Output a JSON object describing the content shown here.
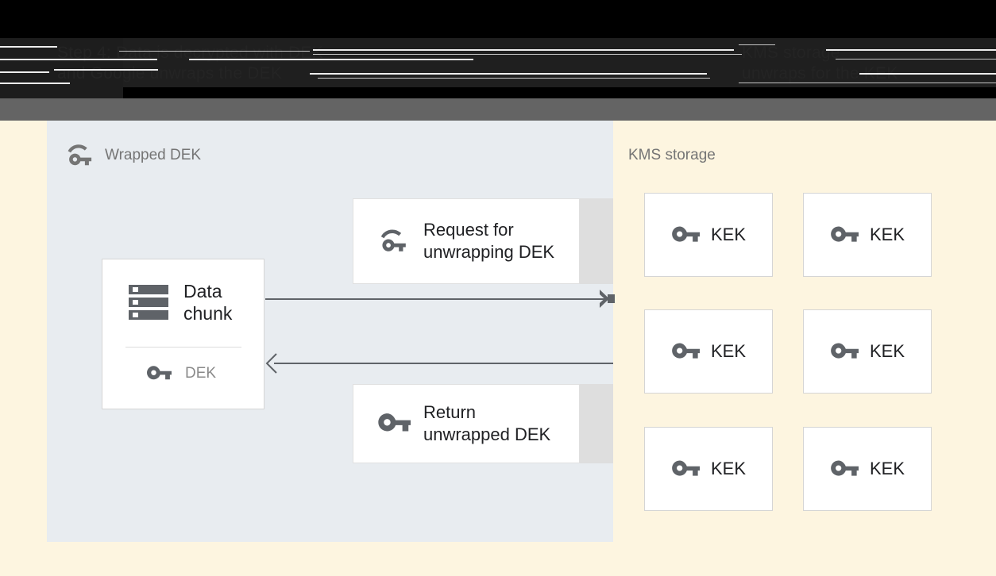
{
  "header": {
    "line1_left": "Step 4: Data is decrypted with DEK",
    "line2_left": "and Google unwraps the DEK",
    "line1_right": "KMS storage",
    "line2_right": "unwraps for the KEK",
    "obscured": true
  },
  "left_panel": {
    "title": "Wrapped DEK",
    "title_icon": "wrapped-key-icon",
    "chunk_card": {
      "icon": "data-chunk-icon",
      "label": "Data\nchunk",
      "dek_icon": "key-icon",
      "dek_label": "DEK"
    },
    "messages": [
      {
        "icon": "wrapped-key-icon",
        "label": "Request for\nunwrapping DEK"
      },
      {
        "icon": "key-icon",
        "label": "Return\nunwrapped DEK"
      }
    ],
    "arrows": [
      {
        "name": "request-arrow",
        "direction": "right"
      },
      {
        "name": "return-arrow",
        "direction": "left"
      }
    ]
  },
  "right_panel": {
    "title": "KMS storage",
    "keys": [
      {
        "icon": "key-icon",
        "label": "KEK"
      },
      {
        "icon": "key-icon",
        "label": "KEK"
      },
      {
        "icon": "key-icon",
        "label": "KEK"
      },
      {
        "icon": "key-icon",
        "label": "KEK"
      },
      {
        "icon": "key-icon",
        "label": "KEK"
      },
      {
        "icon": "key-icon",
        "label": "KEK"
      }
    ]
  },
  "colors": {
    "page_background": "#fdf5e0",
    "left_panel": "#e8ecf0",
    "header_bar": "#646464",
    "header_dark": "#000000",
    "card_background": "#ffffff",
    "card_border": "#d5d5d5",
    "card_tail": "#dedede",
    "icon_gray": "#5f6368",
    "text_primary": "#202124",
    "text_muted": "#757575",
    "arrow": "#5f6368"
  }
}
